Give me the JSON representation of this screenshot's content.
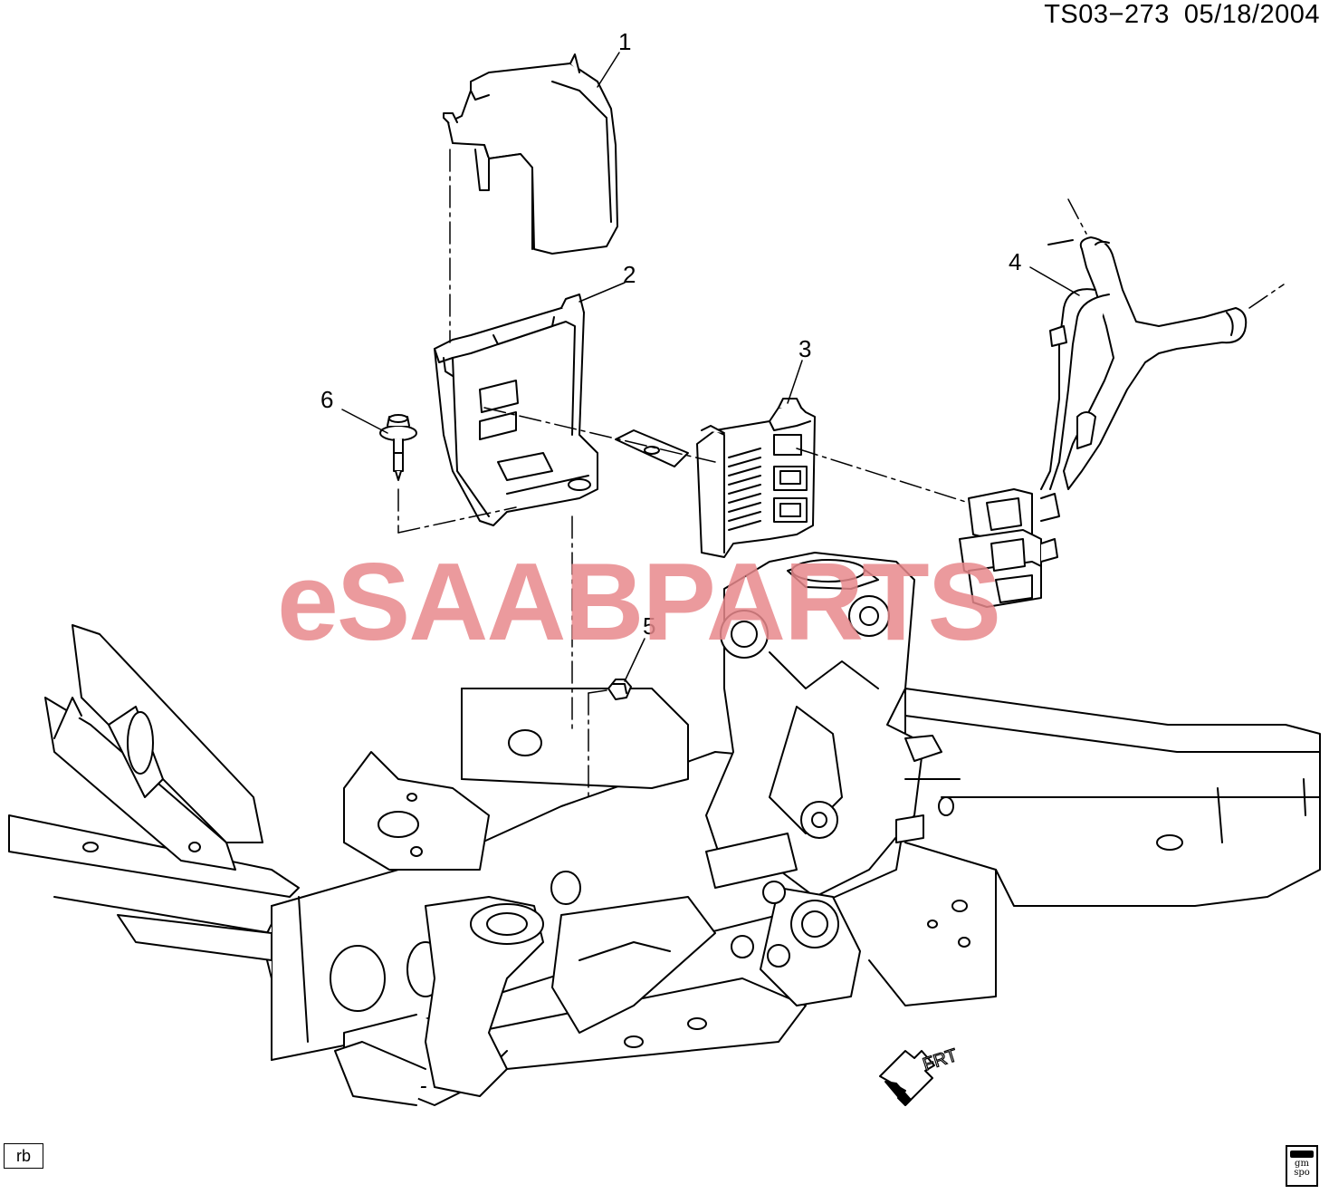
{
  "header": {
    "illustration_number": "TS03−273",
    "date": "05/18/2004"
  },
  "watermark": {
    "prefix": "eSAAB",
    "suffix": "PARTS",
    "color": "#e8888c"
  },
  "callouts": [
    "1",
    "2",
    "3",
    "4",
    "5",
    "6"
  ],
  "front_arrow": {
    "label": "FRT"
  },
  "footer": {
    "initials": "rb",
    "logo_top": "gm",
    "logo_bottom": "spo"
  },
  "colors": {
    "line": "#000000",
    "fill": "#ffffff",
    "watermark": "#e8888c"
  }
}
